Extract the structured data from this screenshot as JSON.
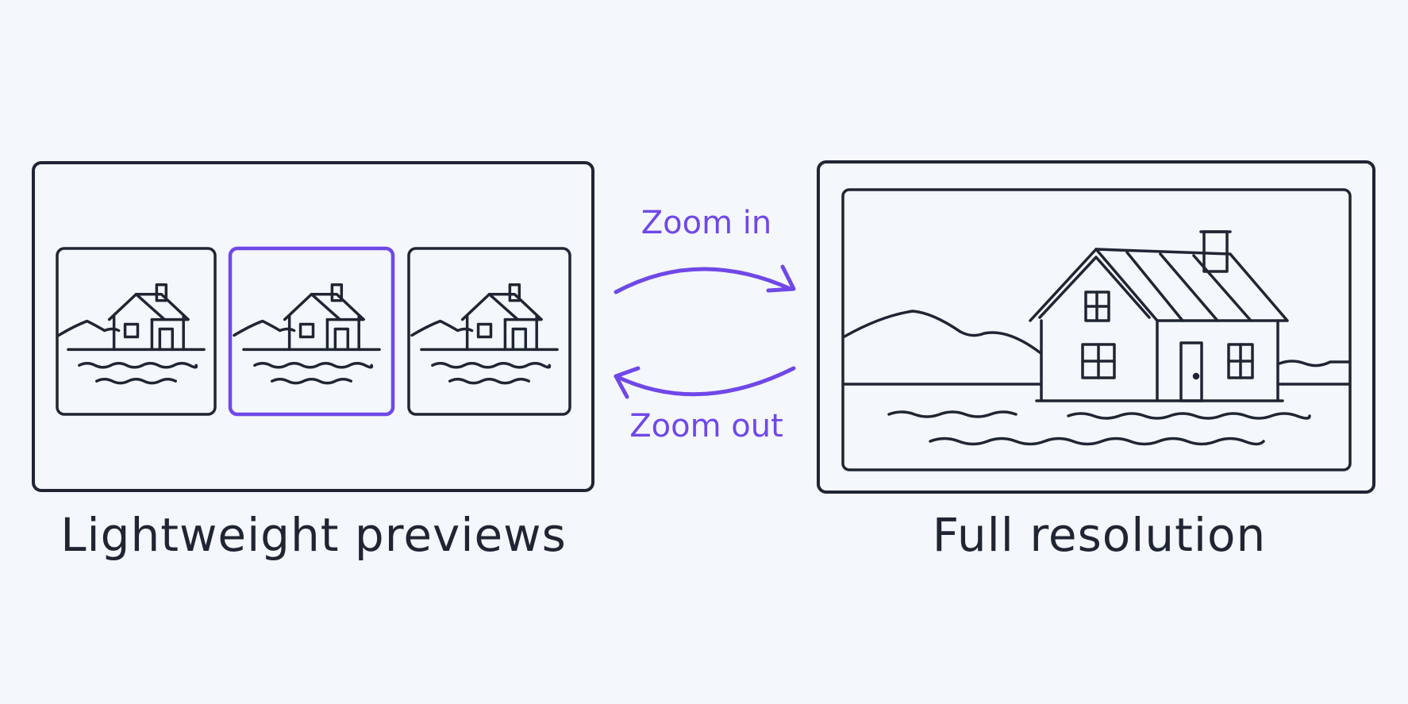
{
  "colors": {
    "background": "#f4f7fb",
    "ink": "#1f2533",
    "accent": "#7048e8"
  },
  "captions": {
    "left": "Lightweight previews",
    "right": "Full resolution"
  },
  "arrows": {
    "zoom_in": "Zoom in",
    "zoom_out": "Zoom out"
  },
  "previews": {
    "count": 3,
    "selected_index": 1
  },
  "icons": {
    "thumbnail": "house-icon",
    "full": "house-icon"
  }
}
